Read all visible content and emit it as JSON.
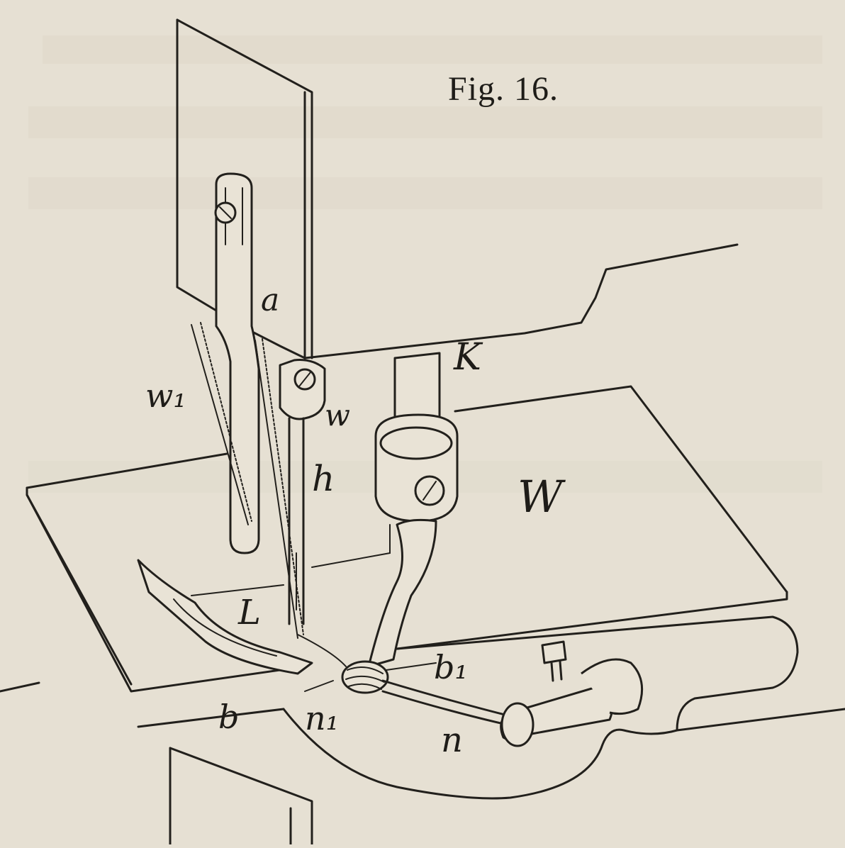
{
  "figure": {
    "title": "Fig. 16.",
    "labels": {
      "a": "a",
      "w1": "w₁",
      "w_small": "w",
      "K": "K",
      "h": "h",
      "W": "W",
      "L": "L",
      "b1": "b₁",
      "b": "b",
      "n1": "n₁",
      "n": "n"
    }
  }
}
